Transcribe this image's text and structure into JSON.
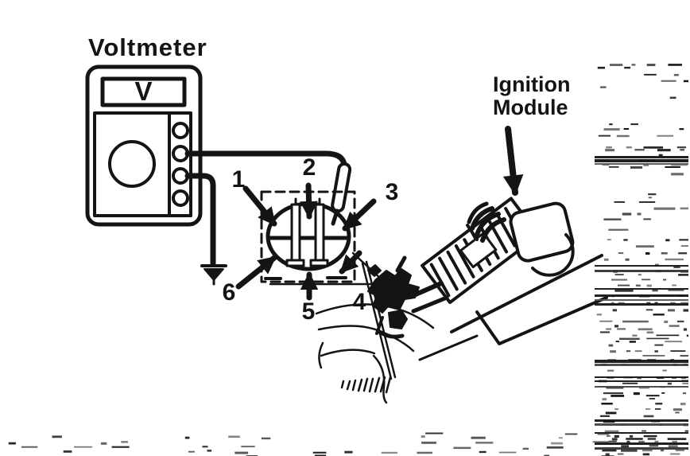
{
  "colors": {
    "ink": "#141414",
    "paper": "#ffffff"
  },
  "voltmeter": {
    "label": "Voltmeter",
    "display_letter": "V"
  },
  "connector": {
    "pin_labels": [
      "1",
      "2",
      "3",
      "4",
      "5",
      "6"
    ]
  },
  "ignition_module": {
    "line1": "Ignition",
    "line2": "Module"
  }
}
